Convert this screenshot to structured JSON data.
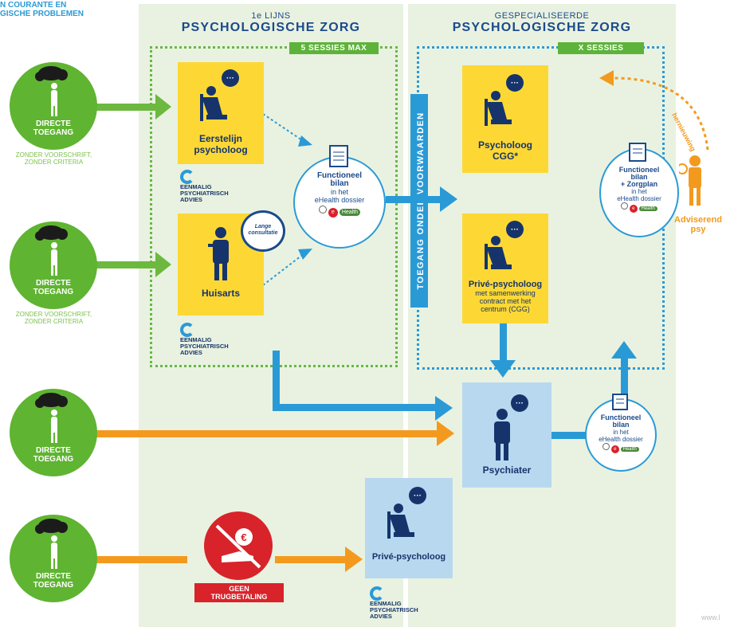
{
  "top_left": {
    "line1": "N COURANTE EN",
    "line2": "GISCHE PROBLEMEN"
  },
  "first_line": {
    "small": "1e LIJNS",
    "big": "PSYCHOLOGISCHE ZORG",
    "tag": "5 SESSIES MAX"
  },
  "specialized": {
    "small": "GESPECIALISEERDE",
    "big": "PSYCHOLOGISCHE ZORG",
    "tag": "X SESSIES"
  },
  "vertical_label": "TOEGANG ONDER VOORWAARDEN",
  "persons": [
    {
      "label1": "DIRECTE",
      "label2": "TOEGANG",
      "sub1": "ZONDER VOORSCHRIFT,",
      "sub2": "ZONDER CRITERIA"
    },
    {
      "label1": "DIRECTE",
      "label2": "TOEGANG",
      "sub1": "ZONDER VOORSCHRIFT,",
      "sub2": "ZONDER CRITERIA"
    },
    {
      "label1": "DIRECTE",
      "label2": "TOEGANG"
    },
    {
      "label1": "DIRECTE",
      "label2": "TOEGANG"
    }
  ],
  "cards": {
    "eerstelijn": {
      "l1": "Eerstelijn",
      "l2": "psycholoog"
    },
    "huisarts": {
      "l1": "Huisarts"
    },
    "cgg": {
      "l1": "Psycholoog",
      "l2": "CGG*"
    },
    "prive_cgg": {
      "l1": "Privé-psycholoog",
      "l2": "met samenwerking",
      "l3": "contract met het",
      "l4": "centrum (CGG)"
    },
    "psychiater": {
      "l1": "Psychiater"
    },
    "prive": {
      "l1": "Privé-psycholoog"
    }
  },
  "advies": {
    "l1": "EENMALIG",
    "l2": "PSYCHIATRISCH",
    "l3": "ADVIES"
  },
  "lange": {
    "l1": "Lange",
    "l2": "consultatie"
  },
  "bilan1": {
    "l1": "Functioneel",
    "l2": "bilan",
    "l3": "in het",
    "l4": "eHealth dossier",
    "eh": "Health"
  },
  "bilan2": {
    "l1": "Functioneel",
    "l2": "bilan",
    "l3": "+ Zorgplan",
    "l4": "in het",
    "l5": "eHealth dossier",
    "eh": "Health"
  },
  "bilan3": {
    "l1": "Functioneel",
    "l2": "bilan",
    "l3": "in het",
    "l4": "eHealth dossier",
    "eh": "Health"
  },
  "adviserend": {
    "l1": "Adviserend",
    "l2": "psy",
    "curve": "hernieuwing"
  },
  "geen": {
    "l1": "GEEN",
    "l2": "TRUGBETALING"
  },
  "watermark": "www.l",
  "colors": {
    "green": "#5fb431",
    "yellow": "#fdd835",
    "blue": "#2a9ad7",
    "navy": "#16346b",
    "orange": "#f39a1e",
    "red": "#d8232a"
  }
}
